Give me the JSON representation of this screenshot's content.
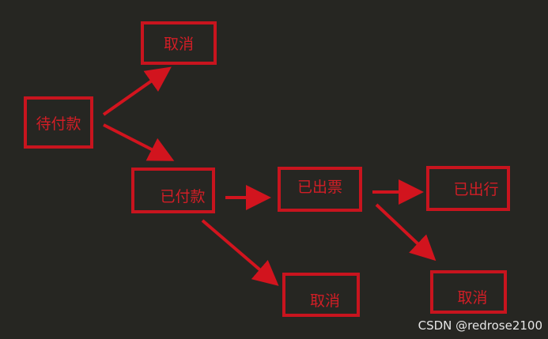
{
  "nodes": {
    "pending_payment": "待付款",
    "cancel_1": "取消",
    "paid": "已付款",
    "ticket_issued": "已出票",
    "departed": "已出行",
    "cancel_2": "取消",
    "cancel_3": "取消"
  },
  "colors": {
    "background": "#262622",
    "box_border": "#c8141e",
    "box_text": "#d21e26",
    "arrow": "#d2141e",
    "watermark": "#e6e6e6"
  },
  "edges": [
    {
      "from": "pending_payment",
      "to": "cancel_1"
    },
    {
      "from": "pending_payment",
      "to": "paid"
    },
    {
      "from": "paid",
      "to": "ticket_issued"
    },
    {
      "from": "paid",
      "to": "cancel_2"
    },
    {
      "from": "ticket_issued",
      "to": "departed"
    },
    {
      "from": "ticket_issued",
      "to": "cancel_3"
    }
  ],
  "watermark": "CSDN @redrose2100"
}
